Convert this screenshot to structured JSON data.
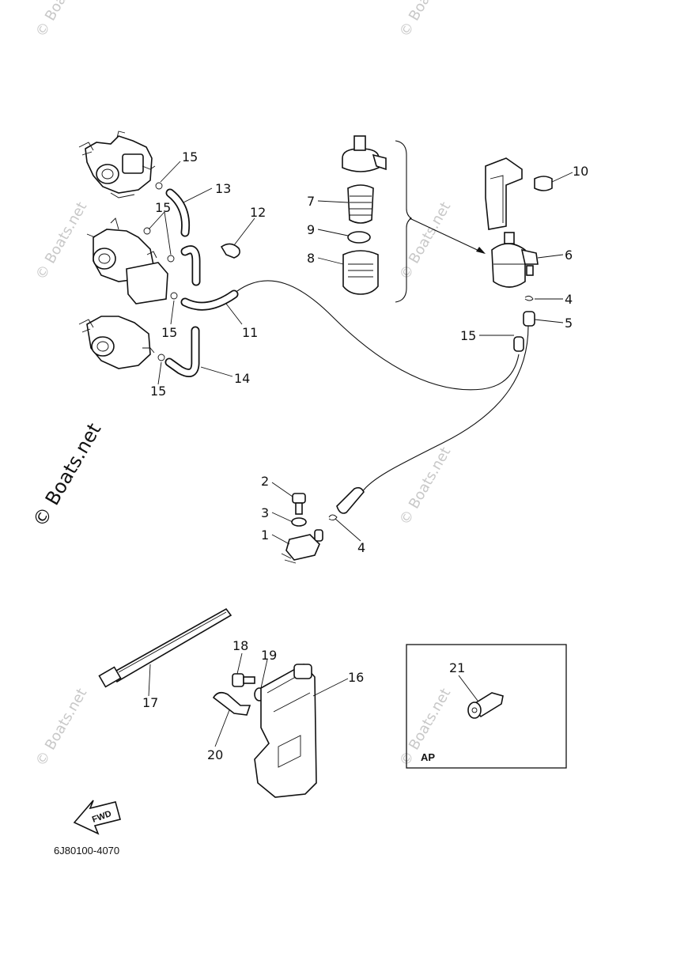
{
  "diagram": {
    "part_number": "6J80100-4070",
    "fwd_label": "FWD",
    "ap_label": "AP",
    "watermark": "© Boats.net",
    "callouts": [
      "1",
      "2",
      "3",
      "4",
      "4",
      "5",
      "6",
      "7",
      "8",
      "9",
      "10",
      "11",
      "12",
      "13",
      "14",
      "15",
      "15",
      "15",
      "15",
      "15",
      "16",
      "17",
      "18",
      "19",
      "20",
      "21"
    ]
  }
}
